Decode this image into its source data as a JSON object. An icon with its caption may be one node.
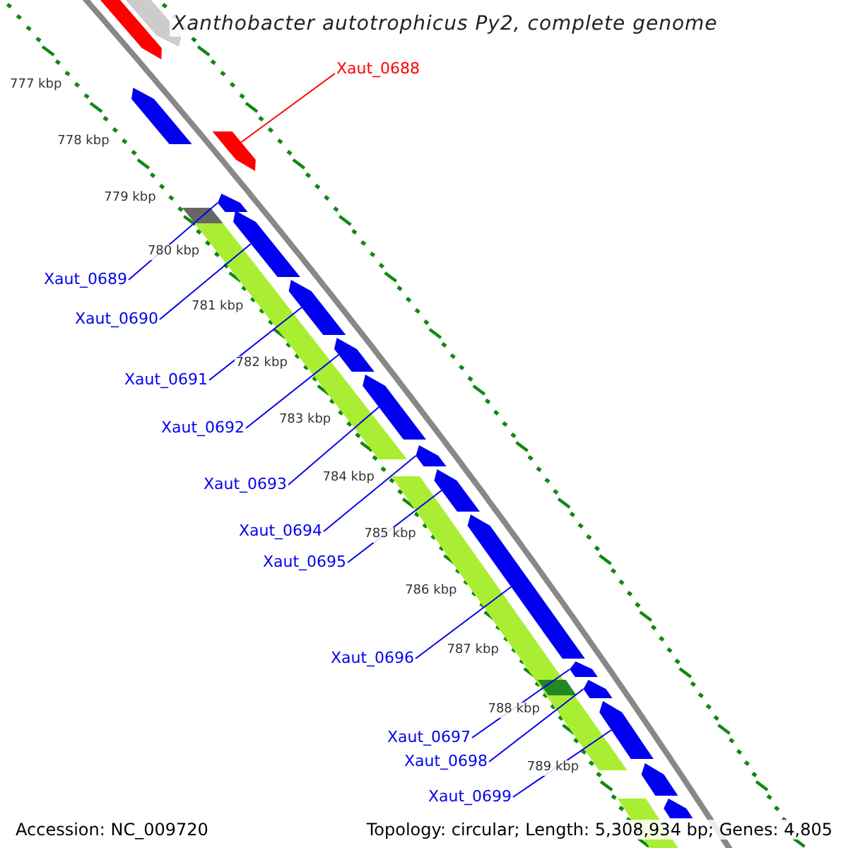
{
  "diagram": {
    "title": "Xanthobacter autotrophicus Py2, complete genome",
    "nodes": [
      {
        "text": [
          "Xaut_0688"
        ]
      },
      {
        "text": [
          "Xaut_0689"
        ]
      },
      {
        "text": [
          "Xaut_0690"
        ]
      },
      {
        "text": [
          "Xaut_0691"
        ]
      },
      {
        "text": [
          "Xaut_0692"
        ]
      },
      {
        "text": [
          "Xaut_0693"
        ]
      },
      {
        "text": [
          "Xaut_0694"
        ]
      },
      {
        "text": [
          "Xaut_0695"
        ]
      },
      {
        "text": [
          "Xaut_0696"
        ]
      },
      {
        "text": [
          "Xaut_0697"
        ]
      },
      {
        "text": [
          "Xaut_0698"
        ]
      },
      {
        "text": [
          "Xaut_0699"
        ]
      },
      {
        "text": [],
        "shape": "arrow"
      },
      {
        "text": [],
        "shape": "arrow"
      },
      {
        "text": [],
        "shape": "arrow"
      },
      {
        "text": [],
        "shape": "arrow"
      },
      {
        "text": [],
        "shape": "arrow"
      },
      {
        "text": [],
        "shape": "arrow"
      },
      {
        "text": [],
        "shape": "arrow"
      },
      {
        "text": [],
        "shape": "arrow"
      },
      {
        "text": [],
        "shape": "arrow"
      },
      {
        "text": [],
        "shape": "arrow"
      },
      {
        "text": [],
        "shape": "arrow"
      },
      {
        "text": [],
        "shape": "arrow"
      },
      {
        "text": [],
        "shape": "arrow"
      },
      {
        "text": [],
        "shape": "arrow"
      },
      {
        "text": [],
        "shape": "arrow"
      },
      {
        "text": [],
        "shape": "arrow"
      },
      {
        "text": [],
        "shape": "arrow"
      }
    ],
    "edges": [
      {
        "from": 0,
        "to": 12,
        "arrow": "none",
        "color": "#ff0000"
      },
      {
        "from": 1,
        "to": 13,
        "arrow": "none"
      },
      {
        "from": 2,
        "to": 14,
        "arrow": "none"
      },
      {
        "from": 3,
        "to": 15,
        "arrow": "none"
      },
      {
        "from": 4,
        "to": 16,
        "arrow": "none"
      },
      {
        "from": 5,
        "to": 17,
        "arrow": "none"
      },
      {
        "from": 6,
        "to": 18,
        "arrow": "none"
      },
      {
        "from": 7,
        "to": 19,
        "arrow": "none"
      },
      {
        "from": 8,
        "to": 20,
        "arrow": "none"
      },
      {
        "from": 9,
        "to": 21,
        "arrow": "none"
      },
      {
        "from": 10,
        "to": 22,
        "arrow": "none"
      },
      {
        "from": 11,
        "to": 23,
        "arrow": "none"
      }
    ],
    "labels": [
      "777 kbp",
      "778 kbp",
      "779 kbp",
      "780 kbp",
      "781 kbp",
      "782 kbp",
      "783 kbp",
      "784 kbp",
      "785 kbp",
      "786 kbp",
      "787 kbp",
      "788 kbp",
      "789 kbp",
      "Accession: NC_009720",
      "Topology: circular; Length: 5,308,934 bp; Genes: 4,805"
    ]
  }
}
